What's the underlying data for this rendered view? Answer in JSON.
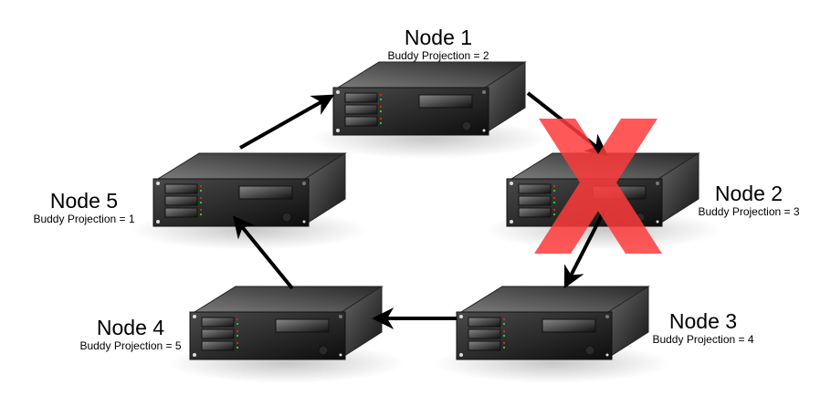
{
  "diagram": {
    "type": "ring-topology",
    "failed_node": "Node 2",
    "colors": {
      "arrow": "#000000",
      "failure_x": "#ff3b3b",
      "led_red": "#e02020",
      "led_green": "#20d020"
    },
    "nodes": [
      {
        "id": "node1",
        "title": "Node 1",
        "subtitle": "Buddy Projection = 2",
        "failed": false
      },
      {
        "id": "node2",
        "title": "Node 2",
        "subtitle": "Buddy Projection = 3",
        "failed": true
      },
      {
        "id": "node3",
        "title": "Node 3",
        "subtitle": "Buddy Projection = 4",
        "failed": false
      },
      {
        "id": "node4",
        "title": "Node 4",
        "subtitle": "Buddy Projection = 5",
        "failed": false
      },
      {
        "id": "node5",
        "title": "Node 5",
        "subtitle": "Buddy Projection = 1",
        "failed": false
      }
    ],
    "edges": [
      {
        "from": "node1",
        "to": "node2"
      },
      {
        "from": "node2",
        "to": "node3"
      },
      {
        "from": "node3",
        "to": "node4"
      },
      {
        "from": "node4",
        "to": "node5"
      },
      {
        "from": "node5",
        "to": "node1"
      }
    ]
  }
}
